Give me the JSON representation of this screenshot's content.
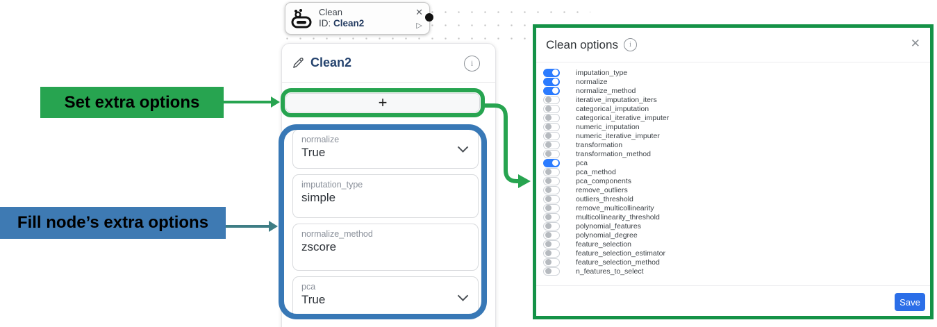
{
  "colors": {
    "annotation_green": "#27a450",
    "modal_border_green": "#149247",
    "annotation_blue": "#3e7ab3",
    "highlight_blue_ring": "#3878b6",
    "teal_arrow": "#3e7d85",
    "toggle_on_blue": "#2b7bff",
    "save_button_blue": "#2b6ee8",
    "title_navy": "#25436e"
  },
  "icons": {
    "close": "✕",
    "run": "▷",
    "info": "i"
  },
  "canvas_node": {
    "title": "Clean",
    "id_label": "ID:",
    "id_value": "Clean2"
  },
  "panel": {
    "title": "Clean2",
    "add_button_label": "+",
    "fields": [
      {
        "label": "normalize",
        "value": "True",
        "dropdown": true
      },
      {
        "label": "imputation_type",
        "value": "simple",
        "dropdown": false
      },
      {
        "label": "normalize_method",
        "value": "zscore",
        "dropdown": false
      },
      {
        "label": "pca",
        "value": "True",
        "dropdown": true
      }
    ]
  },
  "annotations": {
    "set_extra": "Set extra options",
    "fill_extra": "Fill node’s extra options"
  },
  "modal": {
    "title": "Clean options",
    "save_label": "Save",
    "options": [
      {
        "label": "imputation_type",
        "on": true
      },
      {
        "label": "normalize",
        "on": true
      },
      {
        "label": "normalize_method",
        "on": true
      },
      {
        "label": "iterative_imputation_iters",
        "on": false
      },
      {
        "label": "categorical_imputation",
        "on": false
      },
      {
        "label": "categorical_iterative_imputer",
        "on": false
      },
      {
        "label": "numeric_imputation",
        "on": false
      },
      {
        "label": "numeric_iterative_imputer",
        "on": false
      },
      {
        "label": "transformation",
        "on": false
      },
      {
        "label": "transformation_method",
        "on": false
      },
      {
        "label": "pca",
        "on": true
      },
      {
        "label": "pca_method",
        "on": false
      },
      {
        "label": "pca_components",
        "on": false
      },
      {
        "label": "remove_outliers",
        "on": false
      },
      {
        "label": "outliers_threshold",
        "on": false
      },
      {
        "label": "remove_multicollinearity",
        "on": false
      },
      {
        "label": "multicollinearity_threshold",
        "on": false
      },
      {
        "label": "polynomial_features",
        "on": false
      },
      {
        "label": "polynomial_degree",
        "on": false
      },
      {
        "label": "feature_selection",
        "on": false
      },
      {
        "label": "feature_selection_estimator",
        "on": false
      },
      {
        "label": "feature_selection_method",
        "on": false
      },
      {
        "label": "n_features_to_select",
        "on": false
      }
    ]
  }
}
